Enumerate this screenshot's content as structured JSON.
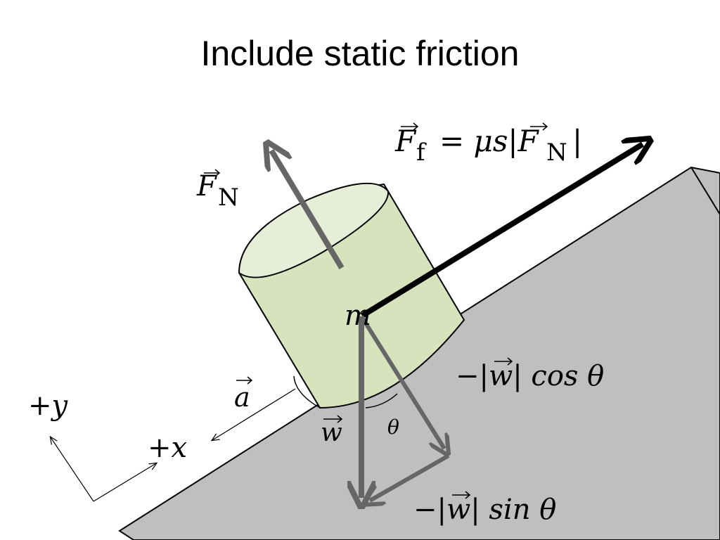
{
  "title": "Include static friction",
  "labels": {
    "normal_force": "F",
    "normal_force_sub": "N",
    "friction_lhs": "F",
    "friction_lhs_sub": "f",
    "friction_rhs": "= μs|F",
    "friction_rhs_sub": "N",
    "friction_rhs_close": "|",
    "mass": "m",
    "weight": "w",
    "angle": "θ",
    "acceleration": "a",
    "plus_y": "+y",
    "plus_x": "+x",
    "w_cos": "−|w| cos θ",
    "w_sin": "−|w| sin θ"
  },
  "colors": {
    "incline_fill": "#bfbfbf",
    "cylinder_fill": "#d6e3bc",
    "cylinder_top": "#e6eed7",
    "force_gray": "#666666",
    "friction_arrow": "#000000"
  }
}
